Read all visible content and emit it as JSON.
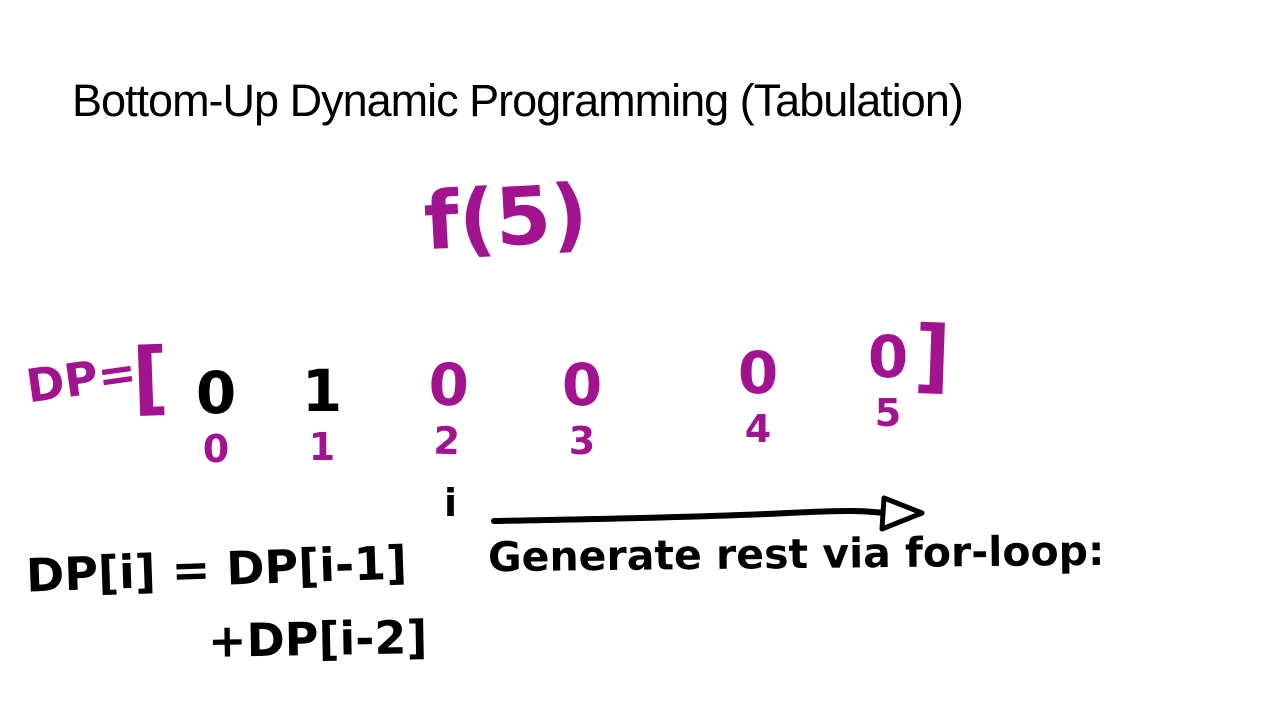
{
  "colors": {
    "page_bg": "#ffffff",
    "ink_black": "#000000",
    "ink_magenta": "#A2148F"
  },
  "title": "Bottom-Up Dynamic Programming (Tabulation)",
  "call_annotation": "f(5)",
  "dp_array": {
    "label": "DP=",
    "open_bracket": "[",
    "close_bracket": "]",
    "cells": [
      {
        "value": "0",
        "index": "0",
        "color": "black"
      },
      {
        "value": "1",
        "index": "1",
        "color": "black"
      },
      {
        "value": "0",
        "index": "2",
        "color": "magenta"
      },
      {
        "value": "0",
        "index": "3",
        "color": "magenta"
      },
      {
        "value": "0",
        "index": "4",
        "color": "magenta"
      },
      {
        "value": "0",
        "index": "5",
        "color": "magenta"
      }
    ]
  },
  "iteration": {
    "variable": "i",
    "note": "Generate rest via for-loop:"
  },
  "recurrence": {
    "line1": "DP[i] = DP[i-1]",
    "line2": "+DP[i-2]"
  }
}
